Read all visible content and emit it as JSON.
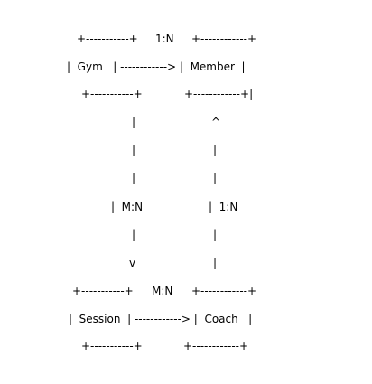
{
  "top_left_border": "+-----------+",
  "rel_top": "1:N",
  "top_right_border": "+------------+",
  "gym_row": "|  Gym   | ------------> |  Member  |",
  "row3_left_border": "+-----------+",
  "row3_right_border": "+------------+|",
  "bar": "|",
  "arrow_up": "^",
  "rel_left_vertical": "|  M:N",
  "rel_right_vertical": "|  1:N",
  "arrow_down": "v",
  "bottom_left_border": "+-----------+",
  "rel_bottom": "M:N",
  "bottom_right_border": "+------------+",
  "session_row": "|  Session  | ------------> |  Coach   |",
  "final_left_border": "+-----------+",
  "final_right_border": "+------------+"
}
